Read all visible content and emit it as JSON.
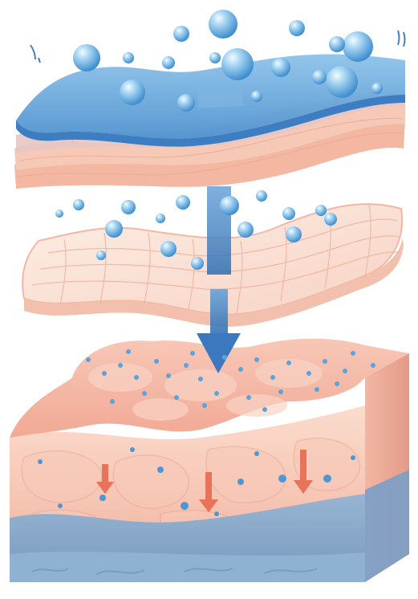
{
  "image": {
    "subject": "skin-layers-hydration-illustration",
    "layers": [
      {
        "name": "hydrating-patch",
        "color": "#6aa8dc"
      },
      {
        "name": "epidermis-sheet",
        "color": "#f6c9b6"
      },
      {
        "name": "skin-mesh-layer",
        "color": "#fbe0d2"
      },
      {
        "name": "dermis-block",
        "color": "#f3b5a5"
      },
      {
        "name": "subcutaneous-layer",
        "color": "#8fb4d4"
      }
    ],
    "colors": {
      "water": "#5aa3dd",
      "water_highlight": "#dff0fb",
      "arrow_blue": "#3f7fc2",
      "arrow_red": "#e8735a",
      "skin_light": "#fbe3d6",
      "skin_mid": "#f4b9a6",
      "skin_dark": "#e89a86",
      "base_blue": "#7ea6cb"
    }
  }
}
